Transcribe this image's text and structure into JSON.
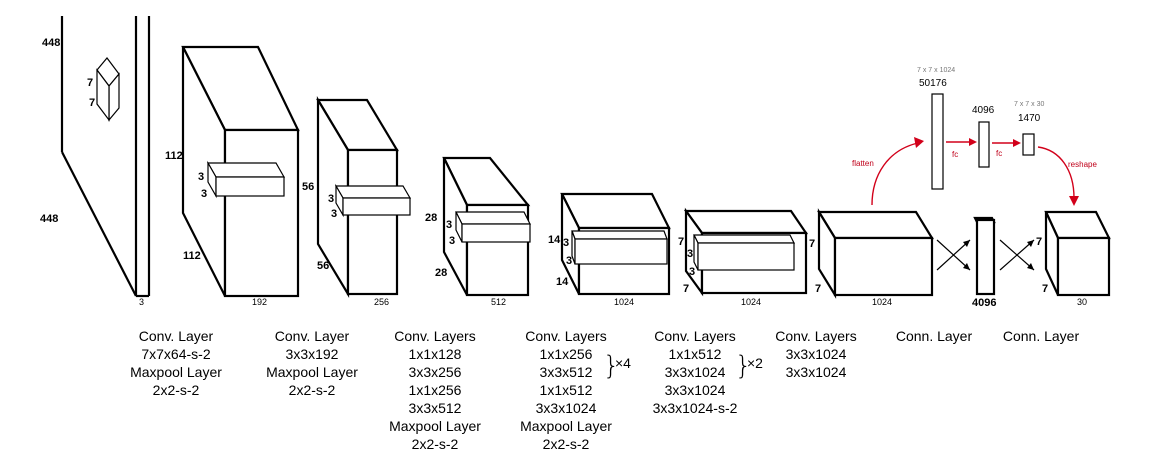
{
  "stages": [
    {
      "id": "s1",
      "depth": "3",
      "width": "448",
      "height": "448",
      "kernel_a": "7",
      "kernel_b": "7",
      "caption": [
        "Conv. Layer",
        "7x7x64-s-2",
        "Maxpool Layer",
        "2x2-s-2"
      ]
    },
    {
      "id": "s2",
      "depth": "192",
      "width": "112",
      "height": "112",
      "kernel_a": "3",
      "kernel_b": "3",
      "caption": [
        "Conv. Layer",
        "3x3x192",
        "Maxpool Layer",
        "2x2-s-2"
      ]
    },
    {
      "id": "s3",
      "depth": "256",
      "width": "56",
      "height": "56",
      "kernel_a": "3",
      "kernel_b": "3",
      "caption": [
        "Conv. Layers",
        "1x1x128",
        "3x3x256",
        "1x1x256",
        "3x3x512",
        "Maxpool Layer",
        "2x2-s-2"
      ]
    },
    {
      "id": "s4",
      "depth": "512",
      "width": "28",
      "height": "28",
      "kernel_a": "3",
      "kernel_b": "3",
      "caption": [
        "Conv. Layers",
        "1x1x256",
        "3x3x512",
        "1x1x512",
        "3x3x1024",
        "Maxpool Layer",
        "2x2-s-2"
      ],
      "repeat": "×4"
    },
    {
      "id": "s5",
      "depth": "1024",
      "width": "14",
      "height": "14",
      "kernel_a": "3",
      "kernel_b": "3",
      "caption": [
        "Conv. Layers",
        "1x1x512",
        "3x3x1024",
        "3x3x1024",
        "3x3x1024-s-2"
      ],
      "repeat": "×2"
    },
    {
      "id": "s6",
      "depth": "1024",
      "width": "7",
      "height": "7",
      "kernel_a": "3",
      "kernel_b": "3",
      "caption": [
        "Conv. Layers",
        "3x3x1024",
        "3x3x1024"
      ]
    },
    {
      "id": "s7",
      "depth": "1024",
      "width": "7",
      "height": "7",
      "caption": [
        "Conn. Layer"
      ]
    },
    {
      "id": "s8",
      "depth": "4096",
      "caption": [
        "Conn. Layer"
      ]
    },
    {
      "id": "s9",
      "depth": "30",
      "width": "7",
      "height": "7",
      "caption": []
    }
  ],
  "fc_detail": {
    "flatten_label": "flatten",
    "fc1_label": "fc",
    "fc2_label": "fc",
    "reshape_label": "reshape",
    "vec1_top": "7 x 7 x 1024",
    "vec1_size": "50176",
    "vec2_size": "4096",
    "vec3_top": "7 x 7 x 30",
    "vec3_size": "1470"
  },
  "colors": {
    "arrow": "#d2001a",
    "lines": "#000000"
  }
}
